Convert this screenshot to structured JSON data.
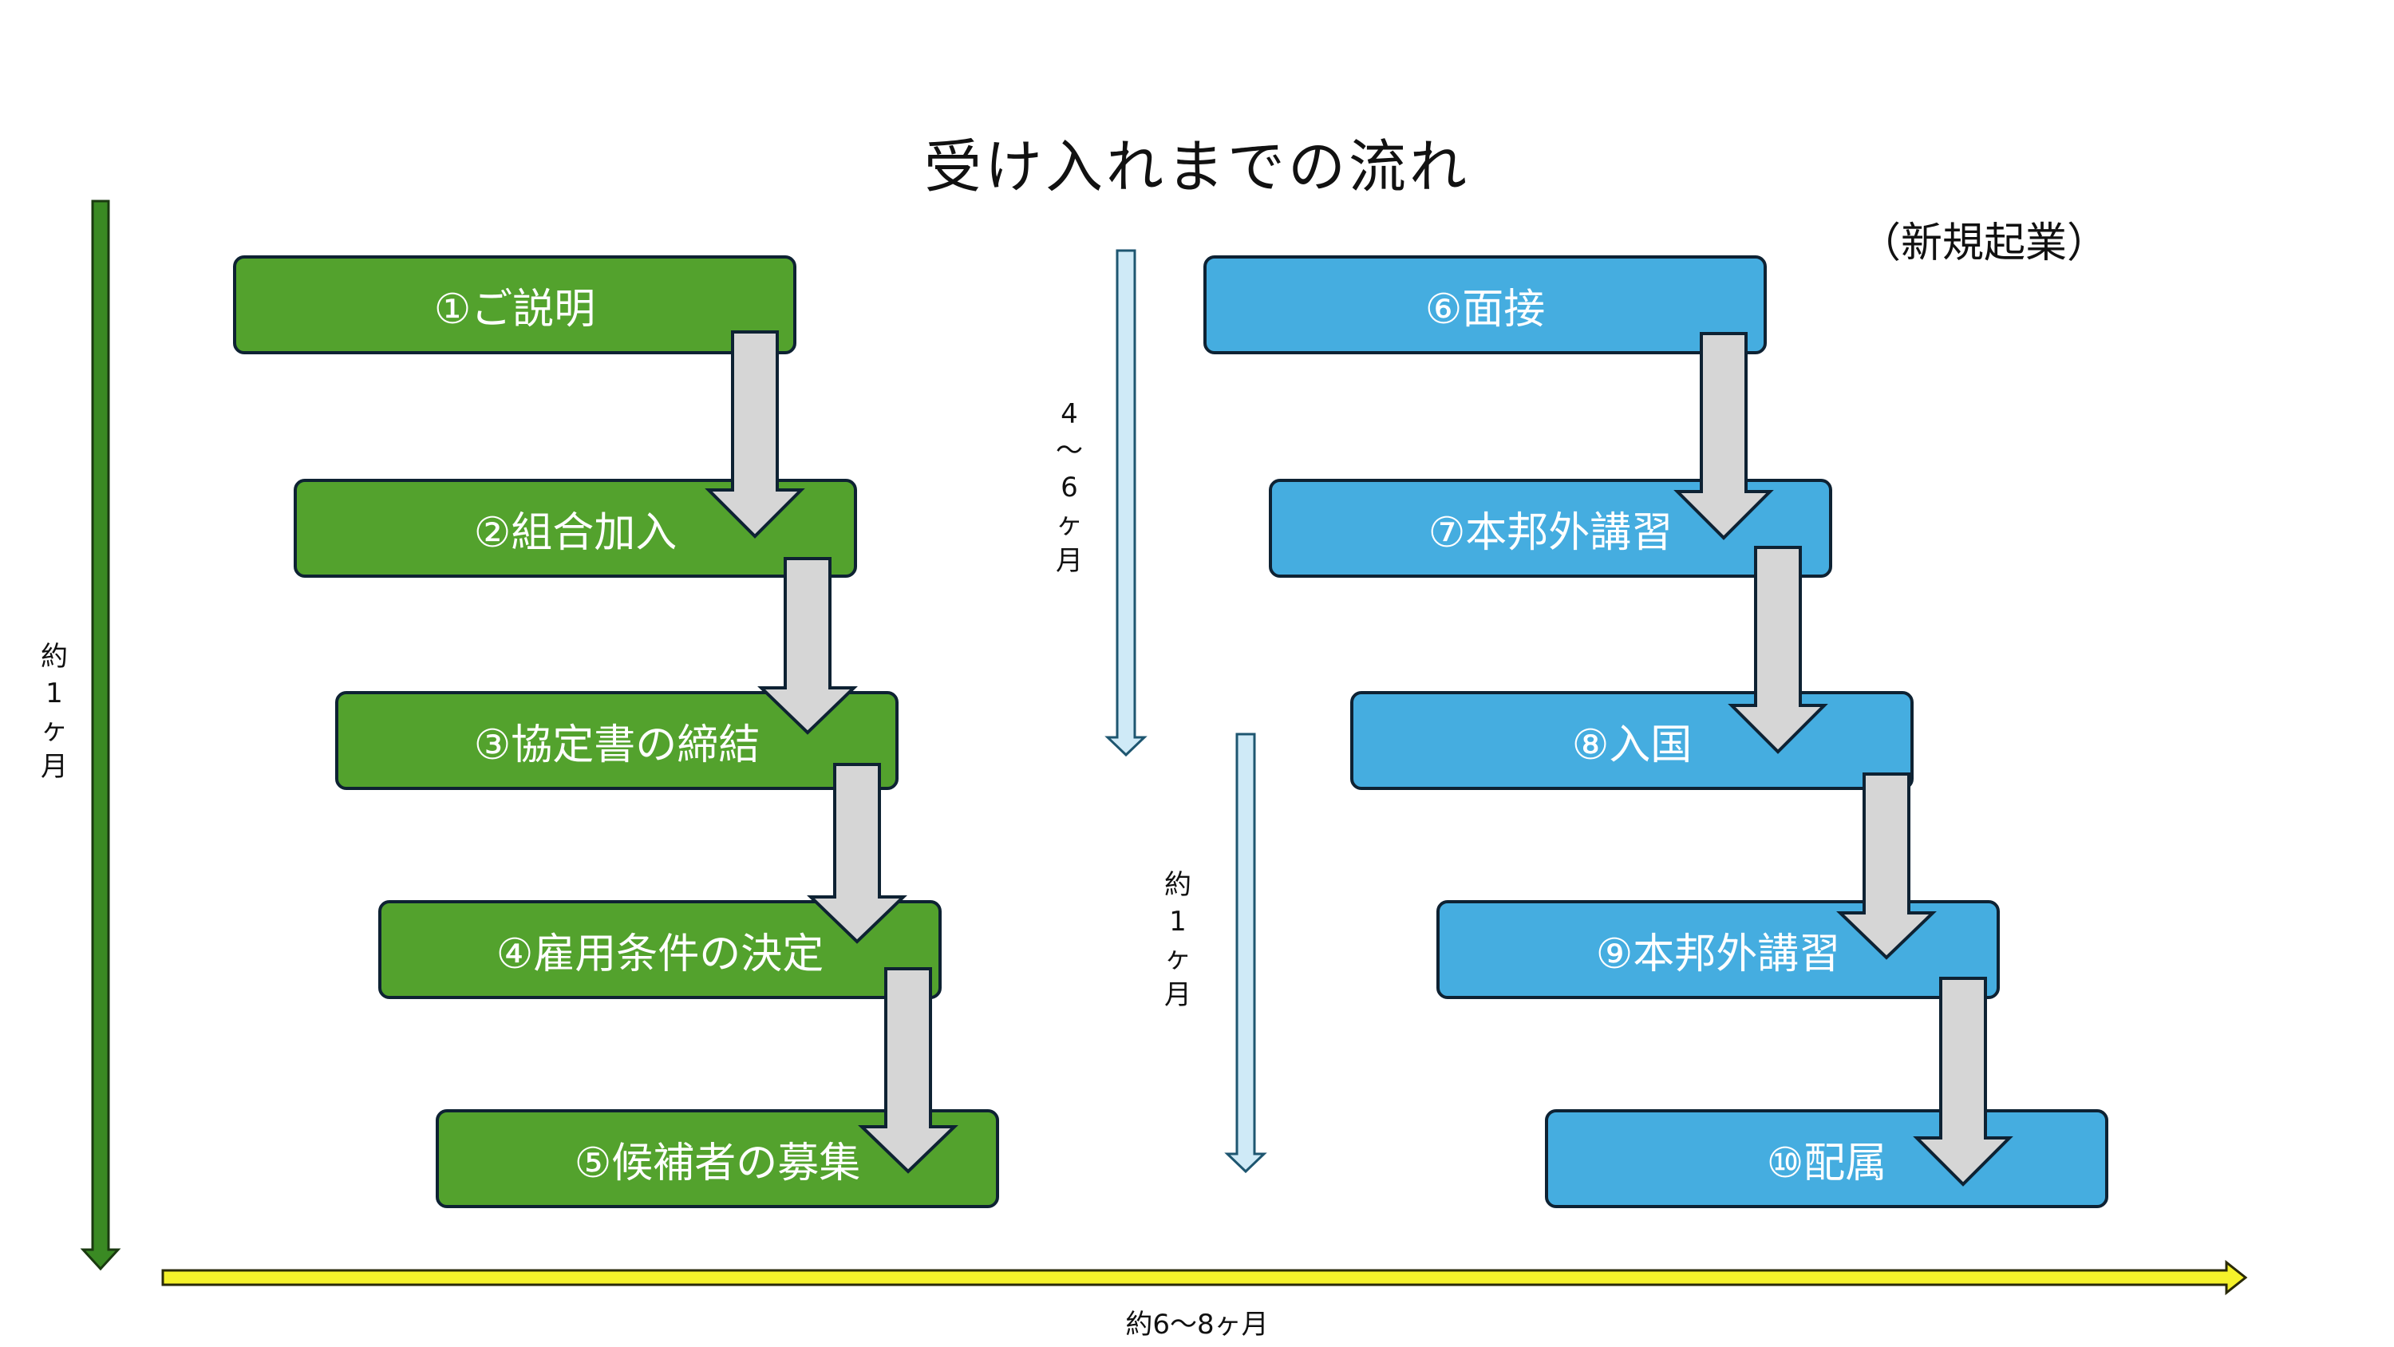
{
  "title": "受け入れまでの流れ",
  "subtitle": "（新規起業）",
  "left_steps": [
    "①ご説明",
    "②組合加入",
    "③協定書の締結",
    "④雇用条件の決定",
    "⑤候補者の募集"
  ],
  "right_steps": [
    "⑥面接",
    "⑦本邦外講習",
    "⑧入国",
    "⑨本邦外講習",
    "⑩配属"
  ],
  "durations": {
    "left": [
      "約",
      "1",
      "ヶ",
      "月"
    ],
    "middle_top": [
      "4",
      "〜",
      "6",
      "ヶ",
      "月"
    ],
    "middle_bottom": [
      "約",
      "1",
      "ヶ",
      "月"
    ],
    "bottom": "約6〜8ヶ月"
  },
  "colors": {
    "left_box": "#53a22d",
    "right_box": "#45ade0",
    "step_arrow": "#d6d6d6",
    "left_timeline": "#3a8a23",
    "middle_timeline": "#cfeaf7",
    "bottom_timeline": "#f5f22a"
  }
}
